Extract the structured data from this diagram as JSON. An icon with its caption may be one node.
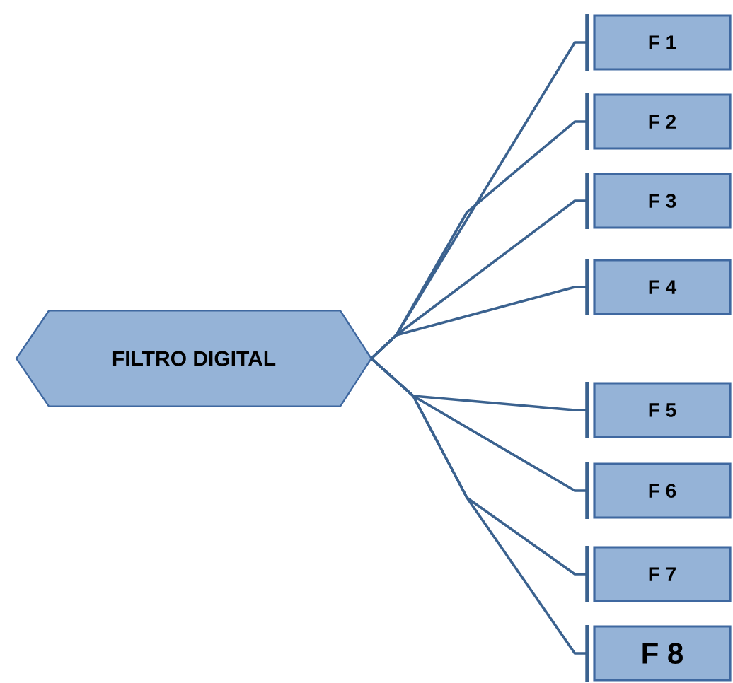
{
  "diagram": {
    "nodes": [
      {
        "text": [
          "FILTRO DIGITAL"
        ]
      },
      {
        "text": [
          "F 1"
        ]
      },
      {
        "text": [
          "F 2"
        ]
      },
      {
        "text": [
          "F 3"
        ]
      },
      {
        "text": [
          "F 4"
        ]
      },
      {
        "text": [
          "F 5"
        ]
      },
      {
        "text": [
          "F 6"
        ]
      },
      {
        "text": [
          "F 7"
        ]
      },
      {
        "text": [
          "F 8"
        ]
      }
    ],
    "edges": [
      {
        "from": 0,
        "to": 1,
        "arrow": "other"
      },
      {
        "from": 0,
        "to": 2,
        "arrow": "other"
      },
      {
        "from": 0,
        "to": 3,
        "arrow": "other"
      },
      {
        "from": 0,
        "to": 4,
        "arrow": "other"
      },
      {
        "from": 0,
        "to": 5,
        "arrow": "other"
      },
      {
        "from": 0,
        "to": 6,
        "arrow": "other"
      },
      {
        "from": 0,
        "to": 7,
        "arrow": "other"
      },
      {
        "from": 0,
        "to": 8,
        "arrow": "other"
      }
    ]
  }
}
